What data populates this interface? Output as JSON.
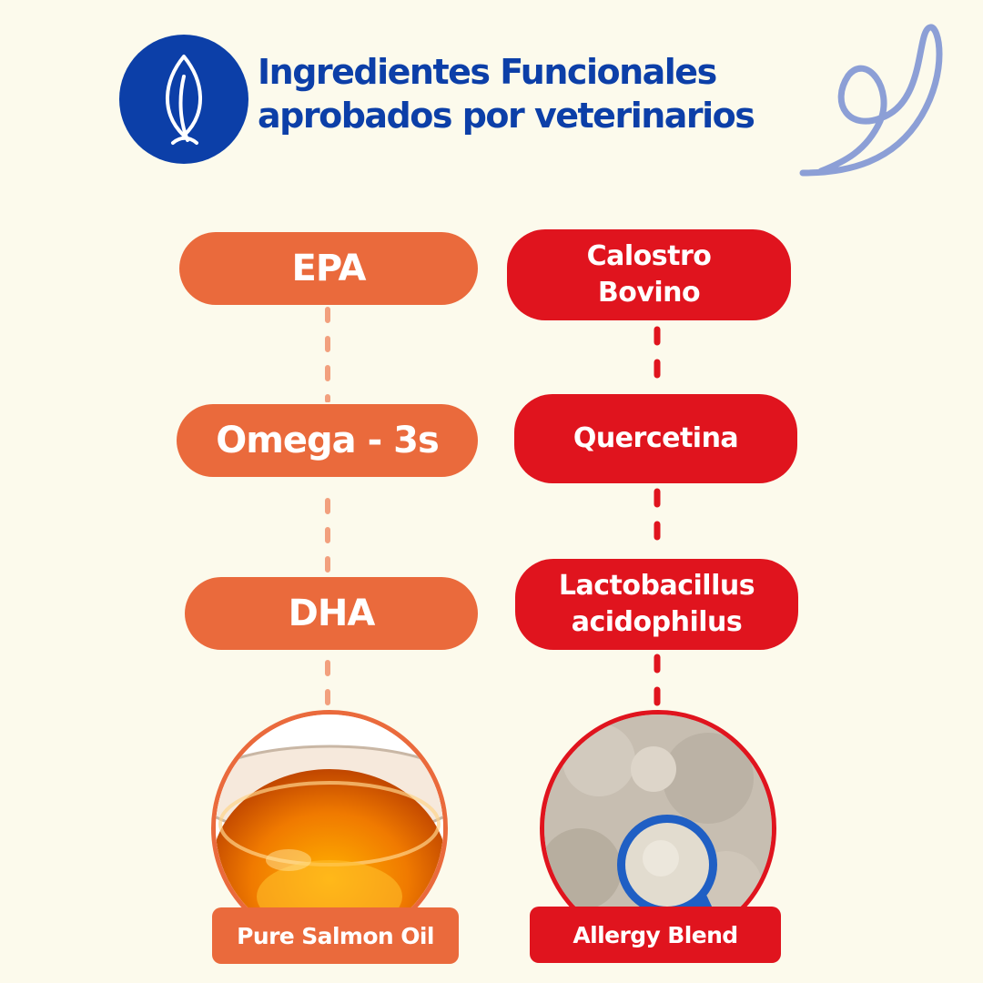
{
  "header": {
    "title_line1": "Ingredientes Funcionales",
    "title_line2": "aprobados por veterinarios",
    "icon": "leaf-icon"
  },
  "left_column": {
    "pills": [
      {
        "label": "EPA"
      },
      {
        "label": "Omega - 3s"
      },
      {
        "label": "DHA"
      }
    ],
    "product_label": "Pure Salmon Oil",
    "product_image": "salmon-oil-bowl",
    "color": "#ea6a3c"
  },
  "right_column": {
    "pills": [
      {
        "line1": "Calostro",
        "line2": "Bovino"
      },
      {
        "line1": "Quercetina",
        "line2": ""
      },
      {
        "line1": "Lactobacillus",
        "line2": "acidophilus"
      }
    ],
    "product_label": "Allergy Blend",
    "product_image": "powder-scoop",
    "color": "#e0141e"
  },
  "colors": {
    "background": "#fcfaec",
    "brand_blue": "#0c3fa8",
    "squiggle": "#8c9fd6"
  }
}
